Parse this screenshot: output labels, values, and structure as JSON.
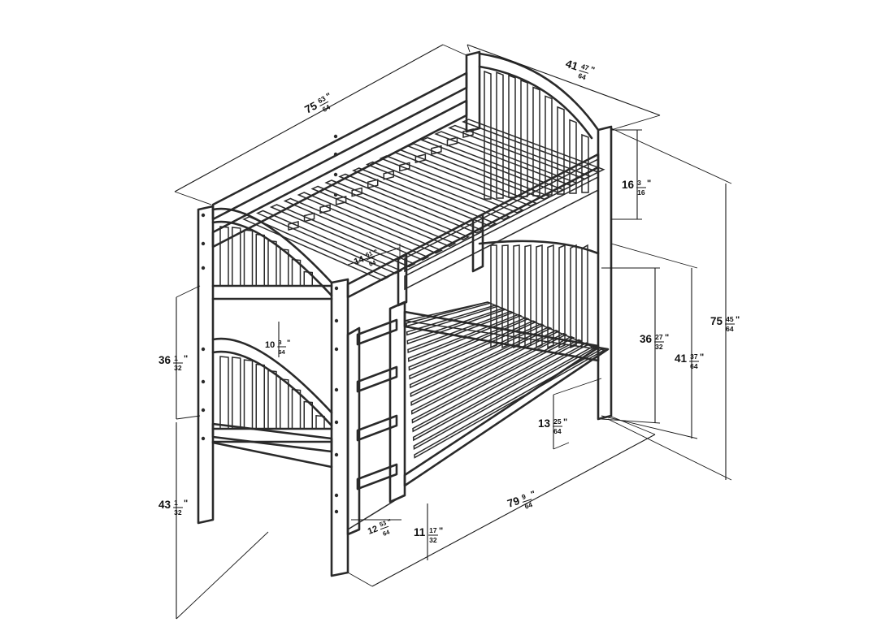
{
  "diagram": {
    "dimensions": [
      {
        "id": "overall-length",
        "whole": "75",
        "num": "63",
        "den": "64"
      },
      {
        "id": "overall-width",
        "whole": "41",
        "num": "47",
        "den": "64"
      },
      {
        "id": "guard-rail-height",
        "whole": "16",
        "num": "3",
        "den": "16"
      },
      {
        "id": "overall-height",
        "whole": "75",
        "num": "45",
        "den": "64"
      },
      {
        "id": "ladder-opening",
        "whole": "14",
        "num": "61",
        "den": "64"
      },
      {
        "id": "upper-bunk-clearance",
        "whole": "36",
        "num": "27",
        "den": "32"
      },
      {
        "id": "top-bunk-height",
        "whole": "41",
        "num": "37",
        "den": "64"
      },
      {
        "id": "end-panel-gap",
        "whole": "10",
        "num": "3",
        "den": "64"
      },
      {
        "id": "bottom-bunk-clearance",
        "whole": "36",
        "num": "1",
        "den": "32"
      },
      {
        "id": "bottom-rail-height",
        "whole": "13",
        "num": "25",
        "den": "64"
      },
      {
        "id": "mattress-length",
        "whole": "79",
        "num": "9",
        "den": "64"
      },
      {
        "id": "lower-end-height",
        "whole": "43",
        "num": "1",
        "den": "32"
      },
      {
        "id": "ladder-width",
        "whole": "12",
        "num": "53",
        "den": "64"
      },
      {
        "id": "bottom-clearance",
        "whole": "11",
        "num": "17",
        "den": "32"
      }
    ]
  }
}
